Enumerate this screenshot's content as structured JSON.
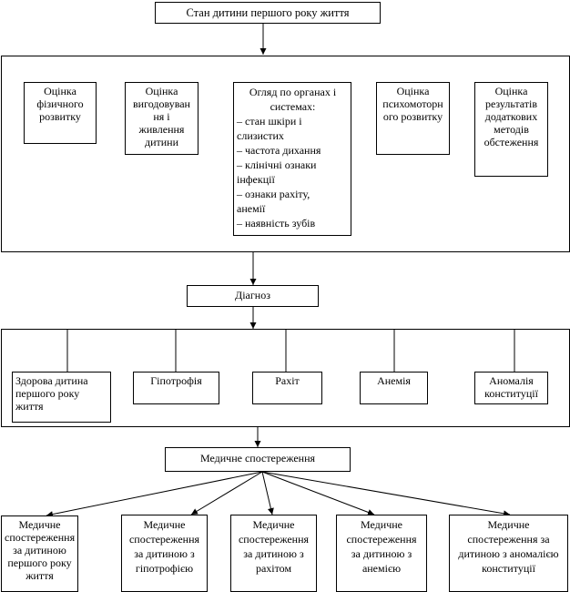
{
  "top": {
    "title": "Стан дитини першого року життя"
  },
  "assessment": {
    "physical": [
      "Оцінка",
      "фізичного",
      "розвитку"
    ],
    "feeding": [
      "Оцінка",
      "вигодовуван",
      "ня і",
      "живлення",
      "дитини"
    ],
    "exam": [
      "Огляд по органах і",
      "системах:",
      "– стан шкіри і",
      "слизистих",
      "– частота дихання",
      "– клінічні ознаки",
      "інфекції",
      "– ознаки рахіту,",
      "анемії",
      "– наявність зубів"
    ],
    "psychomotor": [
      "Оцінка",
      "психомоторн",
      "ого розвитку"
    ],
    "additional": [
      "Оцінка",
      "результатів",
      "додаткових",
      "методів",
      "обстеження"
    ]
  },
  "diagnosis": {
    "label": "Діагноз"
  },
  "diagnoses": {
    "healthy": [
      "Здорова дитина",
      "першого року",
      "життя"
    ],
    "hypotrophy": [
      "Гіпотрофія"
    ],
    "rickets": [
      "Рахіт"
    ],
    "anemia": [
      "Анемія"
    ],
    "anomaly": [
      "Аномалія",
      "конституції"
    ]
  },
  "observation": {
    "label": "Медичне спостереження"
  },
  "observations": {
    "healthy": [
      "Медичне",
      "спостереження",
      "за дитиною",
      "першого року",
      "життя"
    ],
    "hypotrophy": [
      "Медичне",
      "спостереження",
      "за дитиною з",
      "гіпотрофією"
    ],
    "rickets": [
      "Медичне",
      "спостереження",
      "за дитиною з",
      "рахітом"
    ],
    "anemia": [
      "Медичне",
      "спостереження",
      "за дитиною з",
      "анемією"
    ],
    "anomaly": [
      "Медичне",
      "спостереження за",
      "дитиною з аномалією",
      "конституції"
    ]
  }
}
